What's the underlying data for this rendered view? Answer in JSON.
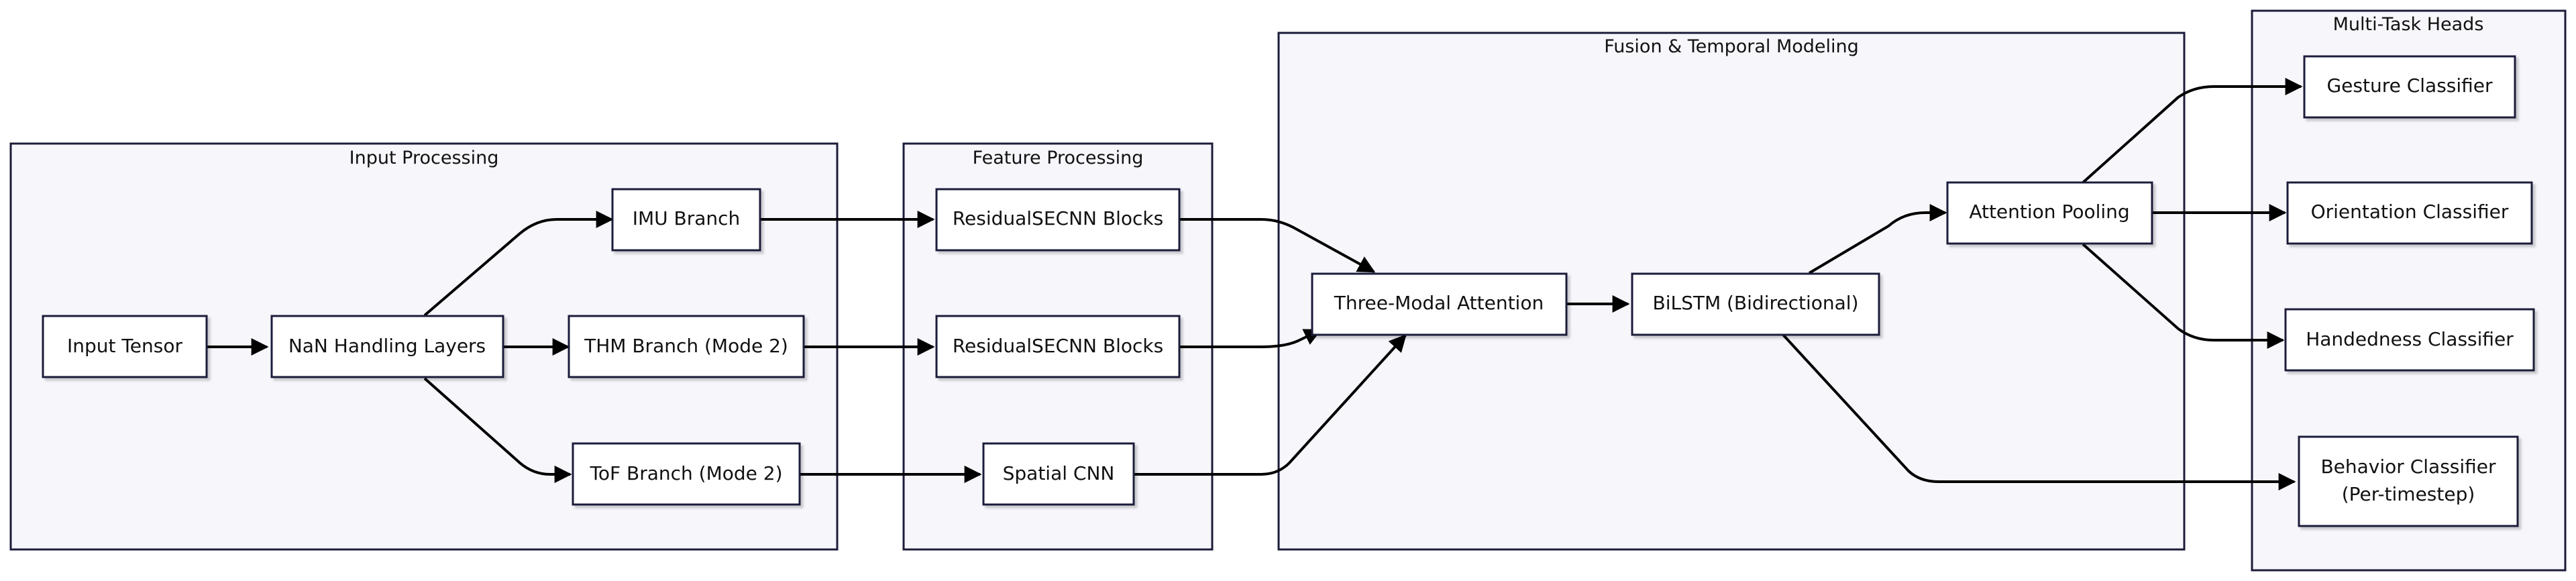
{
  "clusters": {
    "input": {
      "label": "Input Processing"
    },
    "feature": {
      "label": "Feature Processing"
    },
    "fusion": {
      "label": "Fusion & Temporal Modeling"
    },
    "heads": {
      "label": "Multi-Task Heads"
    }
  },
  "nodes": {
    "input_tensor": {
      "label": "Input Tensor"
    },
    "nan_handling": {
      "label": "NaN Handling Layers"
    },
    "imu_branch": {
      "label": "IMU Branch"
    },
    "thm_branch": {
      "label": "THM Branch (Mode 2)"
    },
    "tof_branch": {
      "label": "ToF Branch (Mode 2)"
    },
    "residual_1": {
      "label": "ResidualSECNN Blocks"
    },
    "residual_2": {
      "label": "ResidualSECNN Blocks"
    },
    "spatial_cnn": {
      "label": "Spatial CNN"
    },
    "three_modal": {
      "label": "Three-Modal Attention"
    },
    "bilstm": {
      "label": "BiLSTM (Bidirectional)"
    },
    "attention_pooling": {
      "label": "Attention Pooling"
    },
    "gesture": {
      "label": "Gesture Classifier"
    },
    "orientation": {
      "label": "Orientation Classifier"
    },
    "handedness": {
      "label": "Handedness Classifier"
    },
    "behavior": {
      "label_line1": "Behavior Classifier",
      "label_line2": "(Per-timestep)"
    }
  },
  "edges": [
    [
      "input_tensor",
      "nan_handling"
    ],
    [
      "nan_handling",
      "imu_branch"
    ],
    [
      "nan_handling",
      "thm_branch"
    ],
    [
      "nan_handling",
      "tof_branch"
    ],
    [
      "imu_branch",
      "residual_1"
    ],
    [
      "thm_branch",
      "residual_2"
    ],
    [
      "tof_branch",
      "spatial_cnn"
    ],
    [
      "residual_1",
      "three_modal"
    ],
    [
      "residual_2",
      "three_modal"
    ],
    [
      "spatial_cnn",
      "three_modal"
    ],
    [
      "three_modal",
      "bilstm"
    ],
    [
      "bilstm",
      "attention_pooling"
    ],
    [
      "bilstm",
      "behavior"
    ],
    [
      "attention_pooling",
      "gesture"
    ],
    [
      "attention_pooling",
      "orientation"
    ],
    [
      "attention_pooling",
      "handedness"
    ]
  ]
}
